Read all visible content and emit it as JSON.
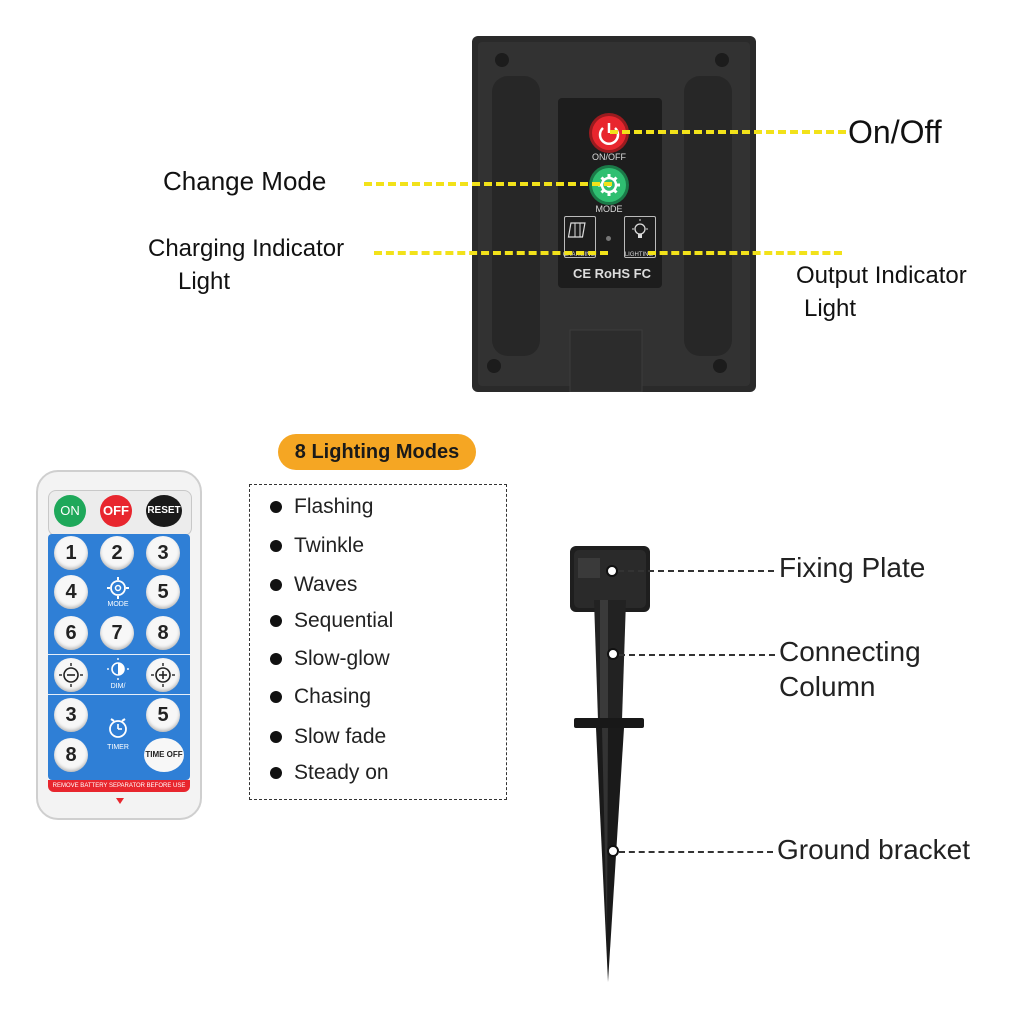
{
  "controller": {
    "power_label": "ON/OFF",
    "mode_label": "MODE",
    "charging_label": "CHARGING",
    "lighting_label": "LIGHTING",
    "cert_marks": "CE RoHS FC"
  },
  "callouts": {
    "on_off": "On/Off",
    "change_mode": "Change Mode",
    "charging_line1": "Charging Indicator",
    "charging_line2": "Light",
    "output_line1": "Output Indicator",
    "output_line2": "Light"
  },
  "modes": {
    "title": "8 Lighting Modes",
    "items": [
      "Flashing",
      "Twinkle",
      "Waves",
      "Sequential",
      "Slow-glow",
      "Chasing",
      "Slow fade",
      "Steady on"
    ]
  },
  "remote": {
    "on": "ON",
    "off": "OFF",
    "reset": "RESET",
    "row1": [
      "1",
      "2",
      "3"
    ],
    "row2": [
      "4",
      "5"
    ],
    "mode_label": "MODE",
    "row3": [
      "6",
      "7",
      "8"
    ],
    "dim_label": "DIM/",
    "row4": [
      "3",
      "5"
    ],
    "row5": [
      "8"
    ],
    "timer_label": "TIMER",
    "time_off": "TIME OFF",
    "footer": "REMOVE BATTERY SEPARATOR BEFORE USE",
    "colors": {
      "body": "#2f7fd6",
      "on": "#1ea85a",
      "off": "#e8262e",
      "reset": "#1a1a1a"
    }
  },
  "stake": {
    "fixing_plate": "Fixing Plate",
    "connecting_line1": "Connecting",
    "connecting_line2": "Column",
    "ground_bracket": "Ground bracket"
  },
  "colors": {
    "dash_yellow": "#f2e21a",
    "mode_title_bg": "#f5a623",
    "power_red": "#e8262e",
    "mode_green": "#2fbf71"
  }
}
